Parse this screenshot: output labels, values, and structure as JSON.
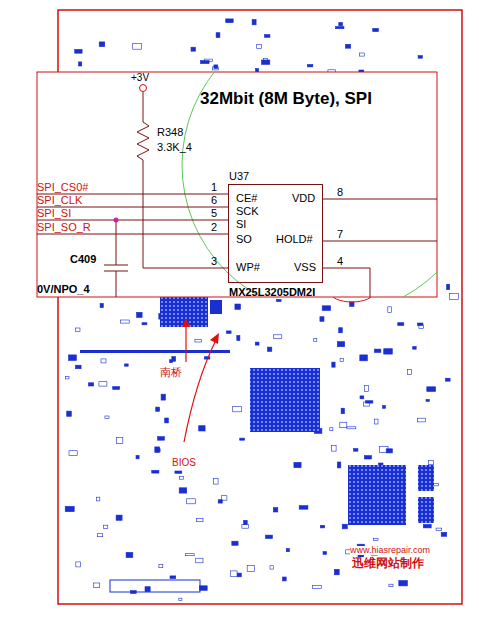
{
  "diagram": {
    "title": "32Mbit (8M Byte), SPI",
    "nodes": [
      {
        "text": [
          "U37",
          "MX25L3205DM2I"
        ]
      }
    ],
    "labels": [
      "+3V",
      "R348",
      "3.3K_4",
      "SPI_CS0#",
      "SPI_CLK",
      "SPI_SI",
      "SPI_SO_R",
      "C409",
      "0V/NPO_4",
      "1",
      "6",
      "5",
      "2",
      "3",
      "8",
      "7",
      "4",
      "CE#",
      "SCK",
      "SI",
      "SO",
      "WP#",
      "VDD",
      "HOLD#",
      "VSS",
      "南桥",
      "BIOS",
      "www.hiasrepair.com",
      "迅维网站制作"
    ]
  }
}
